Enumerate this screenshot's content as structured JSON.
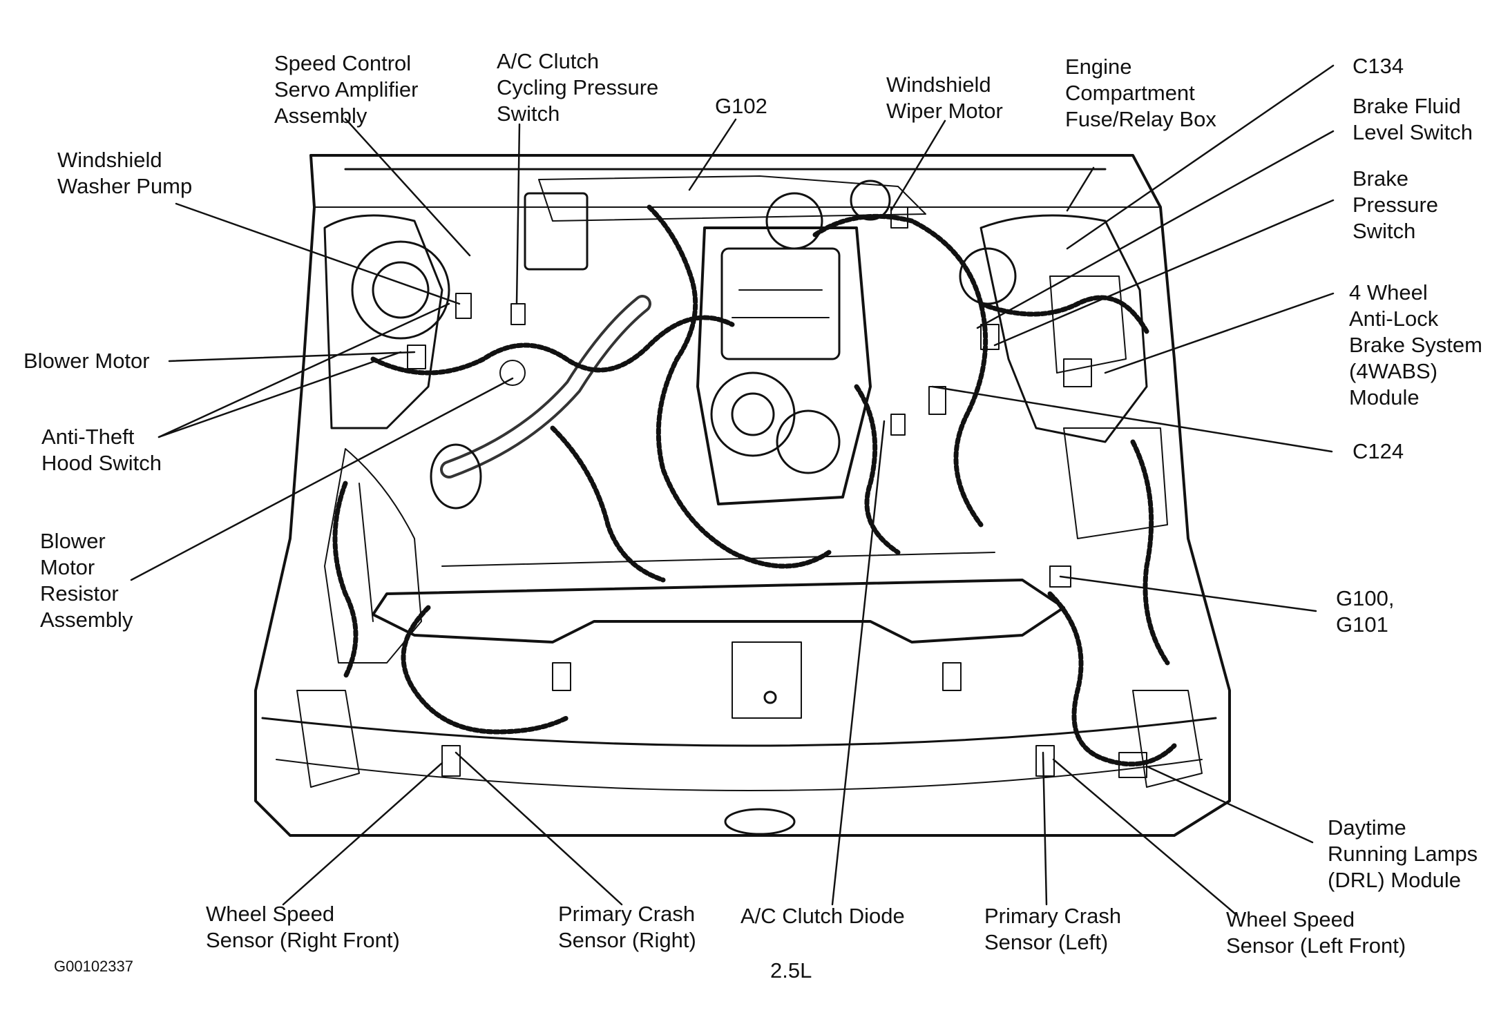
{
  "labels": {
    "speed_control": [
      "Speed Control",
      "Servo Amplifier",
      "Assembly"
    ],
    "ac_clutch_switch": [
      "A/C Clutch",
      "Cycling Pressure",
      "Switch"
    ],
    "g102": [
      "G102"
    ],
    "wiper_motor": [
      "Windshield",
      "Wiper Motor"
    ],
    "fuse_box": [
      "Engine",
      "Compartment",
      "Fuse/Relay Box"
    ],
    "c134": [
      "C134"
    ],
    "brake_fluid": [
      "Brake Fluid",
      "Level Switch"
    ],
    "washer_pump": [
      "Windshield",
      "Washer Pump"
    ],
    "brake_pressure": [
      "Brake",
      "Pressure",
      "Switch"
    ],
    "abs_module": [
      "4 Wheel",
      "Anti-Lock",
      "Brake System",
      "(4WABS)",
      "Module"
    ],
    "blower_motor": [
      "Blower Motor"
    ],
    "anti_theft": [
      "Anti-Theft",
      "Hood Switch"
    ],
    "c124": [
      "C124"
    ],
    "blower_resistor": [
      "Blower",
      "Motor",
      "Resistor",
      "Assembly"
    ],
    "g100": [
      "G100,",
      "G101"
    ],
    "drl_module": [
      "Daytime",
      "Running Lamps",
      "(DRL) Module"
    ],
    "wss_right": [
      "Wheel Speed",
      "Sensor (Right Front)"
    ],
    "crash_right": [
      "Primary Crash",
      "Sensor (Right)"
    ],
    "ac_diode": [
      "A/C Clutch Diode"
    ],
    "crash_left": [
      "Primary Crash",
      "Sensor (Left)"
    ],
    "wss_left": [
      "Wheel Speed",
      "Sensor (Left Front)"
    ]
  },
  "figure_code": "G00102337",
  "engine_caption": "2.5L"
}
